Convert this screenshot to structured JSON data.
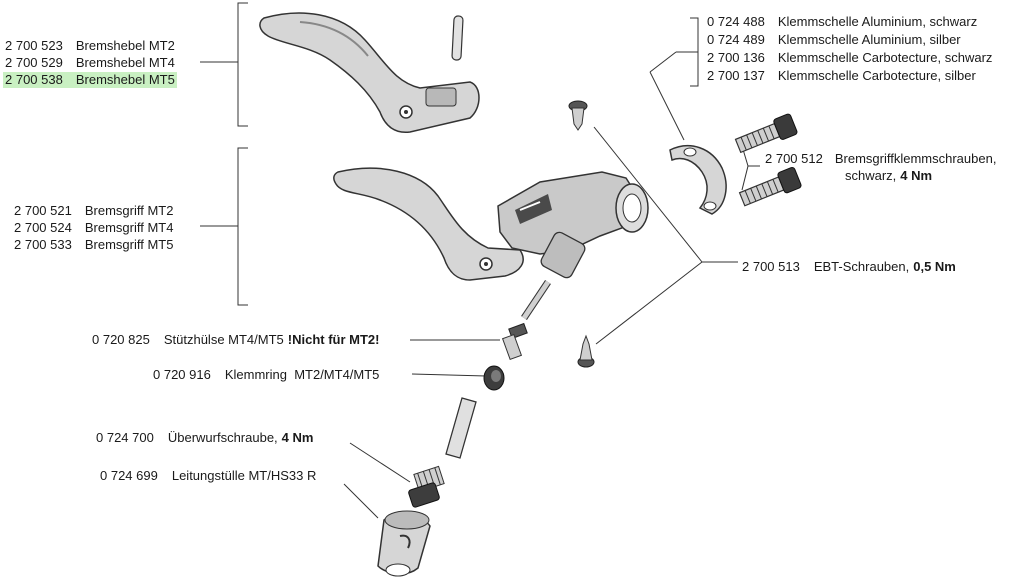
{
  "groups": {
    "bremshebel": [
      {
        "part_no": "2 700 523",
        "name": "Bremshebel MT2",
        "highlighted": false
      },
      {
        "part_no": "2 700 529",
        "name": "Bremshebel MT4",
        "highlighted": false
      },
      {
        "part_no": "2 700 538",
        "name": "Bremshebel MT5",
        "highlighted": true
      }
    ],
    "bremsgriff": [
      {
        "part_no": "2 700 521",
        "name": "Bremsgriff MT2"
      },
      {
        "part_no": "2 700 524",
        "name": "Bremsgriff MT4"
      },
      {
        "part_no": "2 700 533",
        "name": "Bremsgriff MT5"
      }
    ],
    "klemmschelle": [
      {
        "part_no": "0 724 488",
        "name": "Klemmschelle Aluminium, schwarz"
      },
      {
        "part_no": "0 724 489",
        "name": "Klemmschelle Aluminium, silber"
      },
      {
        "part_no": "2 700 136",
        "name": "Klemmschelle Carbotecture, schwarz"
      },
      {
        "part_no": "2 700 137",
        "name": "Klemmschelle Carbotecture, silber"
      }
    ]
  },
  "parts": {
    "klemmschrauben": {
      "part_no": "2 700 512",
      "name": "Bremsgriffklemmschrauben,",
      "name2": "schwarz,",
      "torque": "4 Nm"
    },
    "ebt": {
      "part_no": "2 700 513",
      "name": "EBT-Schrauben,",
      "torque": "0,5 Nm"
    },
    "stuetzhuelse": {
      "part_no": "0 720 825",
      "name": "Stützhülse MT4/MT5",
      "warning": "!Nicht für MT2!"
    },
    "klemmring": {
      "part_no": "0 720 916",
      "name": "Klemmring  MT2/MT4/MT5"
    },
    "ueberwurf": {
      "part_no": "0 724 700",
      "name": "Überwurfschraube,",
      "torque": "4 Nm"
    },
    "leitungstuelle": {
      "part_no": "0 724 699",
      "name": "Leitungstülle MT/HS33 R"
    }
  },
  "colors": {
    "highlight": "#c9f0c2",
    "line": "#333333",
    "part_fill": "#d6d6d6",
    "part_dark": "#4a4a4a"
  }
}
